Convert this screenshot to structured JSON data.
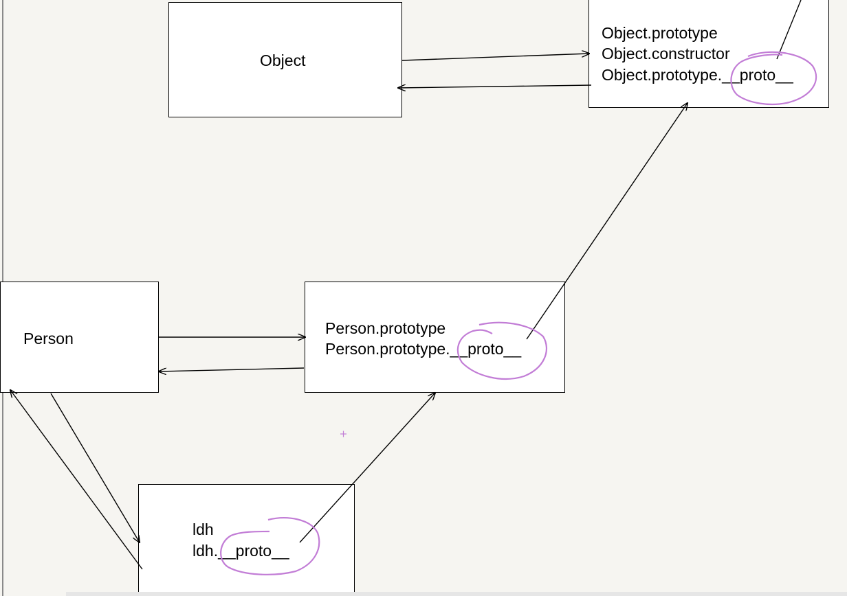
{
  "diagram": {
    "object_box": {
      "label": "Object"
    },
    "object_prototype_box": {
      "lines": [
        "Object.prototype",
        "Object.constructor",
        "Object.prototype.__proto__"
      ]
    },
    "person_box": {
      "label": "Person"
    },
    "person_prototype_box": {
      "lines": [
        "Person.prototype",
        "Person.prototype.__proto__"
      ]
    },
    "ldh_box": {
      "lines": [
        "ldh",
        "ldh.__proto__"
      ]
    }
  },
  "colors": {
    "annotation": "#c27dd6",
    "line": "#000000",
    "box_fill": "#ffffff",
    "background": "#f6f5f1"
  }
}
